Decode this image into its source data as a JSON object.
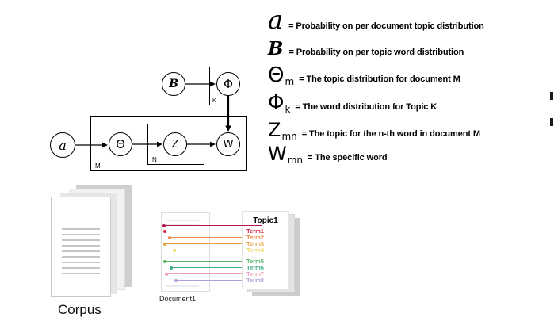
{
  "diagram": {
    "nodes": {
      "alpha": "a",
      "beta": "B",
      "theta": "Θ",
      "z": "Z",
      "phi": "Φ",
      "w": "W"
    },
    "plates": {
      "m": "M",
      "n": "N",
      "k": "K"
    }
  },
  "legend": {
    "items": [
      {
        "symbol": "a",
        "sub": "",
        "text": "= Probability on per document topic distribution"
      },
      {
        "symbol": "B",
        "sub": "",
        "text": "= Probability on per topic word distribution"
      },
      {
        "symbol": "Θ",
        "sub": "m",
        "text": "= The topic distribution for document M"
      },
      {
        "symbol": "Φ",
        "sub": "k",
        "text": "= The word distribution for Topic K"
      },
      {
        "symbol": "Z",
        "sub": "mn",
        "text": "= The topic for the n-th word in document M"
      },
      {
        "symbol": "W",
        "sub": "mn",
        "text": "= The specific word"
      }
    ]
  },
  "corpus": {
    "label": "Corpus"
  },
  "document": {
    "label": "Document1"
  },
  "topic": {
    "title": "Topic1",
    "link_color": "#b5174e",
    "terms": [
      {
        "label": "Term1",
        "color": "#d7263d"
      },
      {
        "label": "Term2",
        "color": "#f0884b"
      },
      {
        "label": "Term3",
        "color": "#e8a33d"
      },
      {
        "label": "Term4",
        "color": "#efd96a"
      },
      {
        "label": "Term5",
        "color": "#58b368"
      },
      {
        "label": "Term6",
        "color": "#3aae8a"
      },
      {
        "label": "Term7",
        "color": "#f2a0c0"
      },
      {
        "label": "Term8",
        "color": "#b39ddb"
      }
    ]
  }
}
